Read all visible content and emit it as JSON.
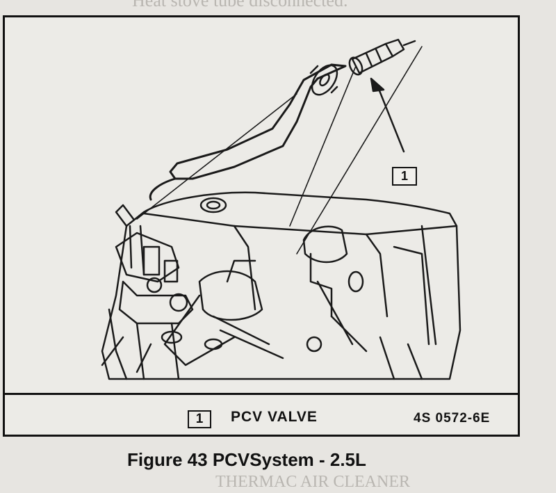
{
  "figure": {
    "callout_number": "1",
    "legend": {
      "number": "1",
      "label": "PCV VALVE"
    },
    "reference_code": "4S  0572-6E",
    "caption": "Figure 43 PCVSystem - 2.5L"
  },
  "background_text": {
    "top": "Heat stove tube disconnected.",
    "bottom": "THERMAC AIR CLEANER"
  }
}
